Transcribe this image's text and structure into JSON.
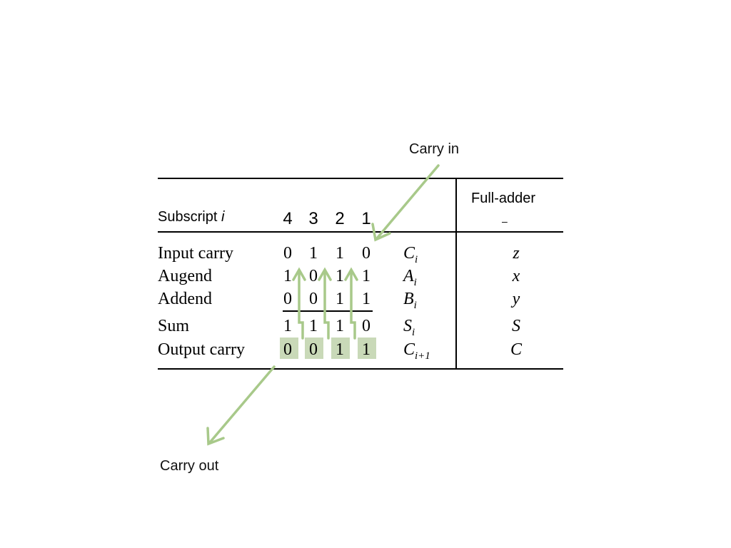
{
  "callouts": {
    "carry_in": "Carry in",
    "carry_out": "Carry out"
  },
  "header": {
    "subscript_label": "Subscript",
    "subscript_var": "i",
    "columns": [
      "4",
      "3",
      "2",
      "1"
    ],
    "full_adder": "Full-adder",
    "full_adder_mark": "–"
  },
  "rows": [
    {
      "label": "Input carry",
      "digits": [
        "0",
        "1",
        "1",
        "0"
      ],
      "symbol": "C",
      "sub": "i",
      "fa": "z"
    },
    {
      "label": "Augend",
      "digits": [
        "1",
        "0",
        "1",
        "1"
      ],
      "symbol": "A",
      "sub": "i",
      "fa": "x"
    },
    {
      "label": "Addend",
      "digits": [
        "0",
        "0",
        "1",
        "1"
      ],
      "symbol": "B",
      "sub": "i",
      "fa": "y"
    },
    {
      "label": "Sum",
      "digits": [
        "1",
        "1",
        "1",
        "0"
      ],
      "symbol": "S",
      "sub": "i",
      "fa": "S"
    },
    {
      "label": "Output carry",
      "digits": [
        "0",
        "0",
        "1",
        "1"
      ],
      "symbol": "C",
      "sub": "i+1",
      "fa": "C"
    }
  ],
  "colors": {
    "arrow": "#A8C98A",
    "highlight": "#C9D9B8",
    "rule": "#000000"
  }
}
